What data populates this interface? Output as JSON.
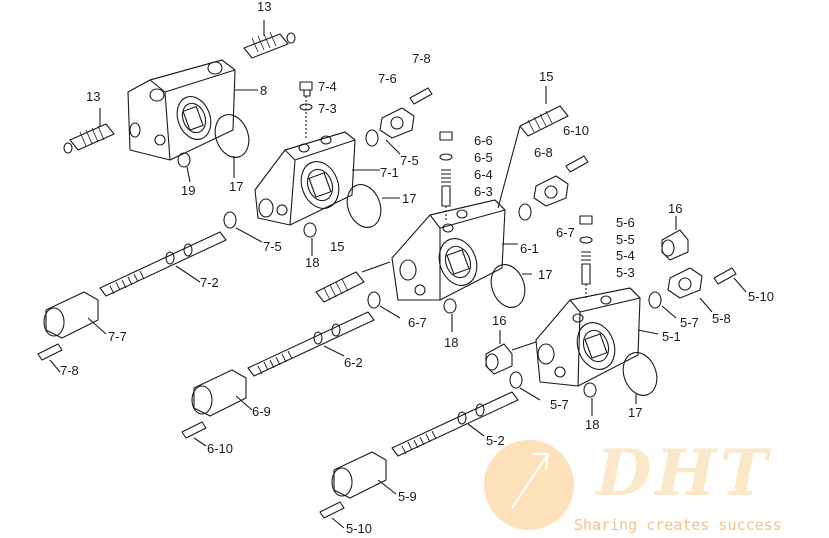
{
  "labels": {
    "l13a": "13",
    "l13b": "13",
    "l8": "8",
    "l19": "19",
    "l17a": "17",
    "l7_8": "7-8",
    "l7_4": "7-4",
    "l7_3": "7-3",
    "l7_6": "7-6",
    "l7_5a": "7-5",
    "l7_1": "7-1",
    "l17b": "17",
    "l7_5b": "7-5",
    "l18a": "18",
    "l7_2": "7-2",
    "l7_7": "7-7",
    "l7_8b": "7-8",
    "l15a": "15",
    "l6_6": "6-6",
    "l6_5": "6-5",
    "l6_4": "6-4",
    "l6_3": "6-3",
    "l6_10": "6-10",
    "l6_8": "6-8",
    "l6_7a": "6-7",
    "l6_1": "6-1",
    "l17c": "17",
    "l15b": "15",
    "l18b": "18",
    "l6_7b": "6-7",
    "l6_2": "6-2",
    "l6_9": "6-9",
    "l6_10b": "6-10",
    "l16a": "16",
    "l5_6": "5-6",
    "l5_5": "5-5",
    "l5_4": "5-4",
    "l5_3": "5-3",
    "l5_10a": "5-10",
    "l5_8": "5-8",
    "l5_7a": "5-7",
    "l16b": "16",
    "l5_1": "5-1",
    "l5_7b": "5-7",
    "l18c": "18",
    "l17d": "17",
    "l5_2": "5-2",
    "l5_9": "5-9",
    "l5_10b": "5-10"
  },
  "watermark": {
    "brand": "DHT",
    "tagline": "Sharing creates success"
  },
  "colors": {
    "line": "#1a1a1a",
    "watermark_orange": "#f0b060"
  }
}
